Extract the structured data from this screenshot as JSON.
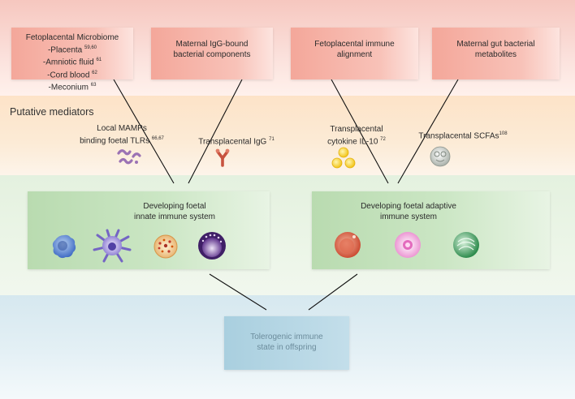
{
  "top_boxes": {
    "microbiome": {
      "title": "Fetoplacental Microbiome",
      "items": [
        {
          "label": "-Placenta",
          "ref": "59,60"
        },
        {
          "label": "-Amniotic fluid",
          "ref": "61"
        },
        {
          "label": "-Cord blood",
          "ref": "62"
        },
        {
          "label": "-Meconium",
          "ref": "63"
        }
      ]
    },
    "igg_bound": {
      "line1": "Maternal IgG-bound",
      "line2": "bacterial components"
    },
    "immune_alignment": {
      "line1": "Fetoplacental immune",
      "line2": "alignment"
    },
    "gut_metabolites": {
      "line1": "Maternal gut bacterial",
      "line2": "metabolites"
    }
  },
  "section_title": "Putative mediators",
  "mediators": {
    "mamps": {
      "line1": "Local MAMPs",
      "line2": "binding foetal TLRs",
      "ref": "66,67",
      "icon": "bacterial-fragments-icon"
    },
    "igg": {
      "label": "Transplacental IgG",
      "ref": "71",
      "icon": "antibody-icon"
    },
    "il10": {
      "line1": "Transplacental",
      "line2": "cytokine IL-10",
      "ref": "72",
      "icon": "cytokine-icon"
    },
    "scfa": {
      "label": "Transplacental SCFAs",
      "ref": "108",
      "icon": "scfa-molecule-icon"
    }
  },
  "innate": {
    "line1": "Developing foetal",
    "line2": "innate immune system",
    "icons": [
      "monocyte-icon",
      "dendritic-cell-icon",
      "granulocyte-icon",
      "mast-cell-icon"
    ]
  },
  "adaptive": {
    "line1": "Developing foetal adaptive",
    "line2": "immune system",
    "icons": [
      "b-cell-icon",
      "t-cell-icon",
      "regulatory-cell-icon"
    ]
  },
  "outcome": {
    "line1": "Tolerogenic immune",
    "line2": "state in offspring"
  },
  "colors": {
    "top_band": "#f6c7bf",
    "mid_band": "#fde3c8",
    "green_band": "#e4f1df",
    "blue_band": "#d6e8ef",
    "top_box": "#f4a79a",
    "green_box": "#b9dbb0",
    "outcome_box": "#a9cfdf",
    "line": "#111111"
  }
}
